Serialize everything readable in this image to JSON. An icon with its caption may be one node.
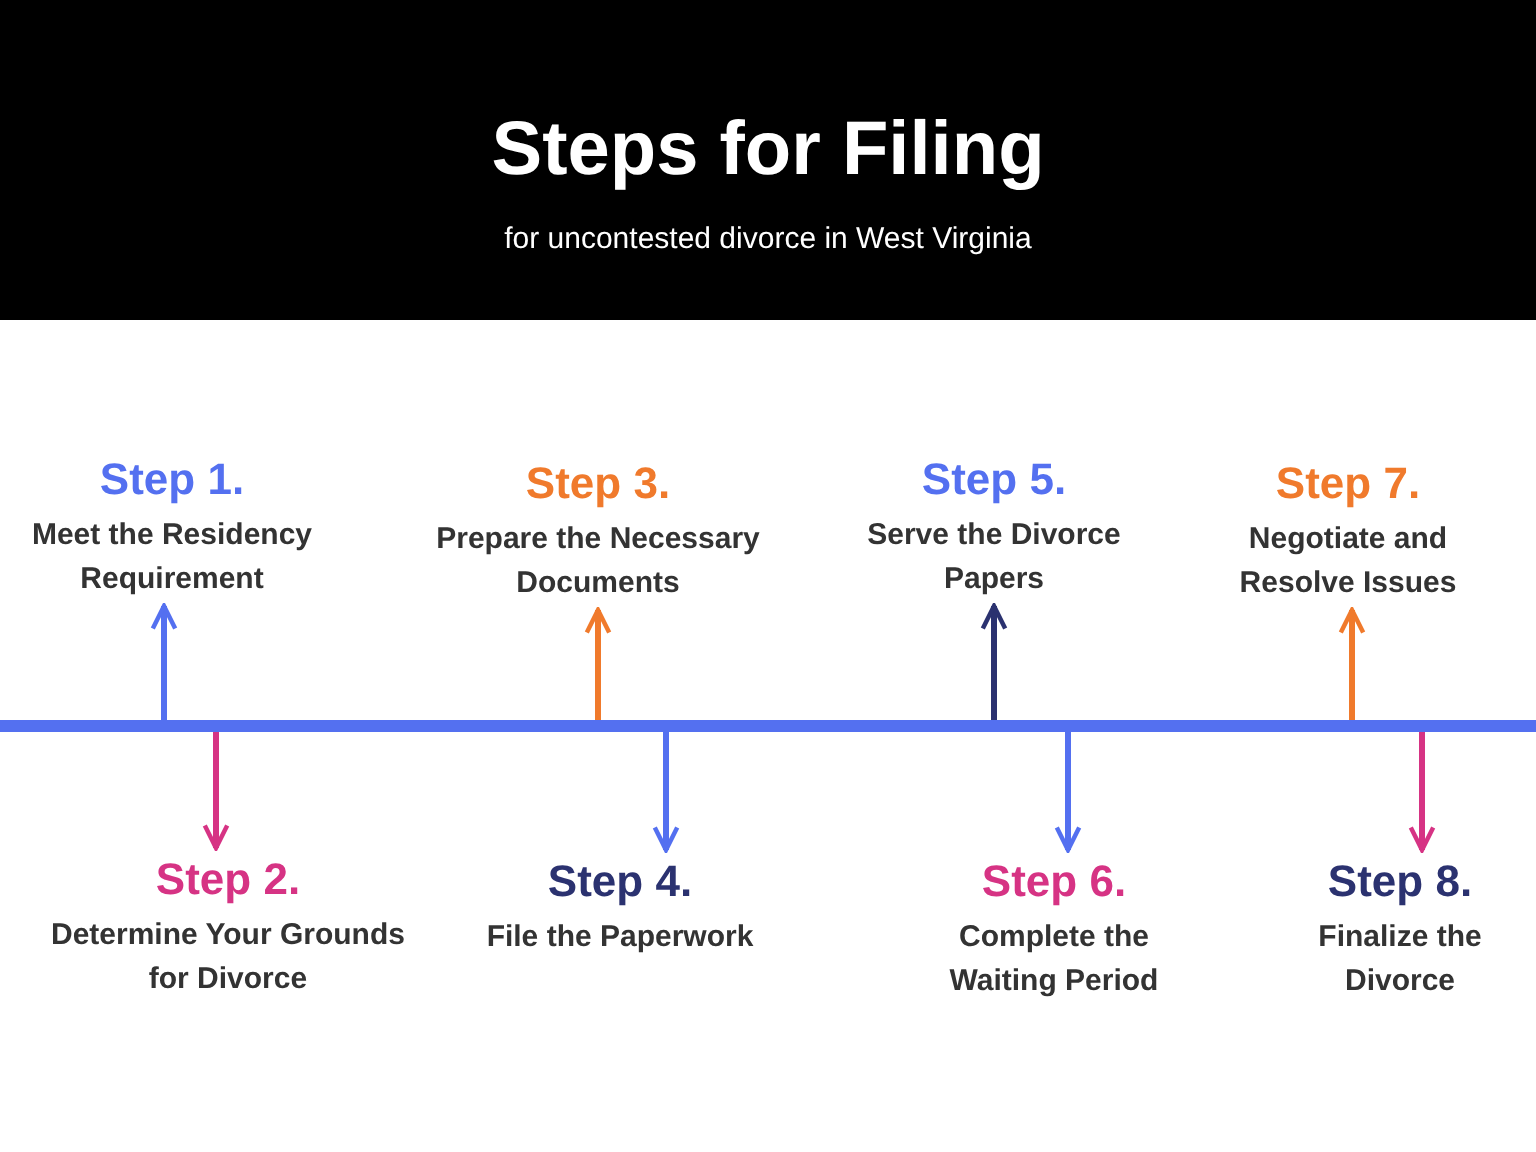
{
  "diagram": {
    "title": "Steps for Filing",
    "caption": "for uncontested divorce in West Virginia",
    "nodes": [
      {
        "text": [
          "Step 1.",
          "Meet the Residency Requirement"
        ]
      },
      {
        "text": [
          "Step 2.",
          "Determine Your Grounds for Divorce"
        ]
      },
      {
        "text": [
          "Step 3.",
          "Prepare the Necessary Documents"
        ]
      },
      {
        "text": [
          "Step 4.",
          "File the Paperwork"
        ]
      },
      {
        "text": [
          "Step 5.",
          "Serve the Divorce Papers"
        ]
      },
      {
        "text": [
          "Step 6.",
          "Complete the Waiting Period"
        ]
      },
      {
        "text": [
          "Step 7.",
          "Negotiate and Resolve Issues"
        ]
      },
      {
        "text": [
          "Step 8.",
          "Finalize the Divorce"
        ]
      }
    ],
    "edges": [
      {
        "from": null,
        "to": 0,
        "arrow": "to",
        "color": "#5470f0"
      },
      {
        "from": null,
        "to": 1,
        "arrow": "to",
        "color": "#d63384"
      },
      {
        "from": null,
        "to": 2,
        "arrow": "to",
        "color": "#f07a2c"
      },
      {
        "from": null,
        "to": 3,
        "arrow": "to",
        "color": "#5470f0"
      },
      {
        "from": null,
        "to": 4,
        "arrow": "to",
        "color": "#2b3270"
      },
      {
        "from": null,
        "to": 5,
        "arrow": "to",
        "color": "#5470f0"
      },
      {
        "from": null,
        "to": 6,
        "arrow": "to",
        "color": "#f07a2c"
      },
      {
        "from": null,
        "to": 7,
        "arrow": "to",
        "color": "#d63384"
      }
    ]
  }
}
